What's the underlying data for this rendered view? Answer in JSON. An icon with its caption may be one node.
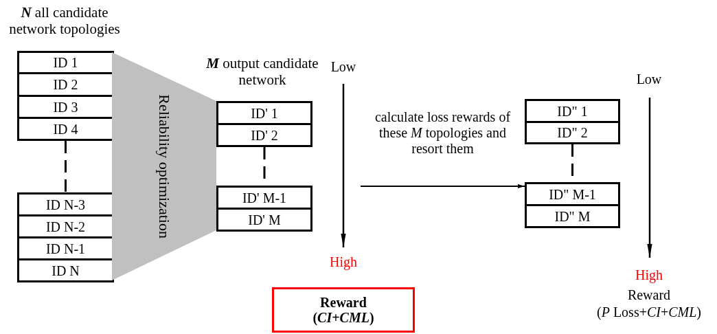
{
  "diagram": {
    "nodes": [
      {
        "text": [
          "ID 1"
        ]
      },
      {
        "text": [
          "ID 2"
        ]
      },
      {
        "text": [
          "ID 3"
        ]
      },
      {
        "text": [
          "ID 4"
        ]
      },
      {
        "text": [
          "ID N-3"
        ]
      },
      {
        "text": [
          "ID N-2"
        ]
      },
      {
        "text": [
          "ID N-1"
        ]
      },
      {
        "text": [
          "ID N"
        ]
      },
      {
        "text": [
          "Reliability optimization"
        ]
      },
      {
        "text": [
          "ID' 1"
        ]
      },
      {
        "text": [
          "ID' 2"
        ]
      },
      {
        "text": [
          "ID' M-1"
        ]
      },
      {
        "text": [
          "ID' M"
        ]
      },
      {
        "text": [
          "Reward",
          "(*CI*+*CML*)"
        ]
      },
      {
        "text": [
          "ID\" 1"
        ]
      },
      {
        "text": [
          "ID\" 2"
        ]
      },
      {
        "text": [
          "ID\" M-1"
        ]
      },
      {
        "text": [
          "ID\" M"
        ]
      }
    ],
    "edges": [
      {
        "from": 3,
        "to": 4,
        "arrow": "none",
        "style": "dashed"
      },
      {
        "from": 10,
        "to": 11,
        "arrow": "none",
        "style": "dashed"
      },
      {
        "from": 15,
        "to": 16,
        "arrow": "none",
        "style": "dashed"
      },
      {
        "from": null,
        "to": 16,
        "arrow": "to",
        "label": "calculate loss rewards of these *M* topologies and resort them"
      }
    ],
    "labels": [
      "**N** all candidate network topologies",
      "**M** output candidate network",
      "Low",
      "High",
      "Low",
      "High",
      "Reward",
      "(*P* Loss+*CI*+*CML*)"
    ]
  }
}
